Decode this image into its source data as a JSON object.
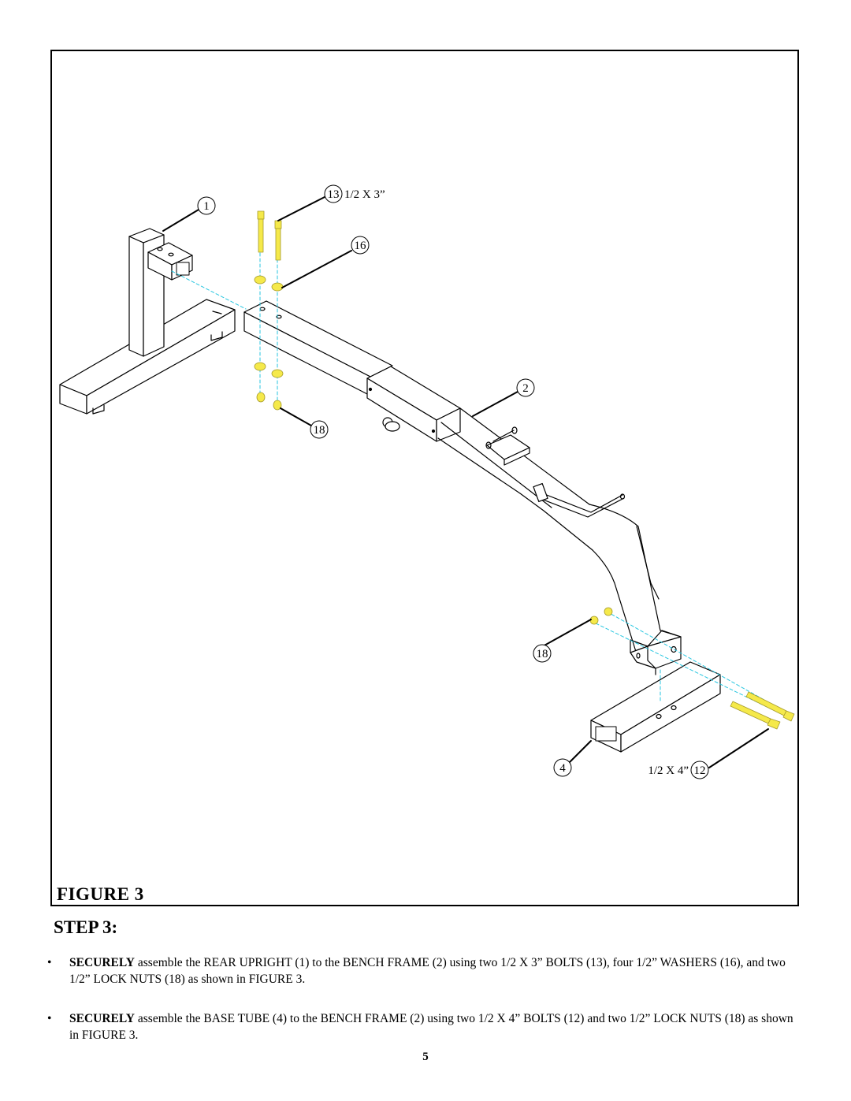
{
  "diagram": {
    "callouts": {
      "rear_upright": "1",
      "bench_frame": "2",
      "base_tube": "4",
      "bolt_4": "12",
      "bolt_3": "13",
      "washer": "16",
      "lock_nut_upper": "18",
      "lock_nut_lower": "18"
    },
    "bolt_3_size": "1/2 X 3”",
    "bolt_4_size": "1/2 X 4”",
    "colors": {
      "hardware": "#f5e94a",
      "center_line": "#27c6e0",
      "line": "#000000"
    }
  },
  "figure_caption": "FIGURE 3",
  "step_heading": "STEP 3:",
  "instructions": [
    {
      "bullet": "•",
      "emphasis": "SECURELY",
      "text": " assemble the REAR UPRIGHT (1) to the BENCH FRAME (2) using two 1/2 X 3” BOLTS (13), four 1/2” WASHERS (16), and two 1/2” LOCK NUTS (18) as shown in FIGURE 3."
    },
    {
      "bullet": "•",
      "emphasis": "SECURELY",
      "text": " assemble the BASE TUBE (4) to the BENCH FRAME (2) using two 1/2 X 4” BOLTS (12) and two 1/2” LOCK NUTS (18) as shown in FIGURE 3."
    }
  ],
  "page_number": "5"
}
